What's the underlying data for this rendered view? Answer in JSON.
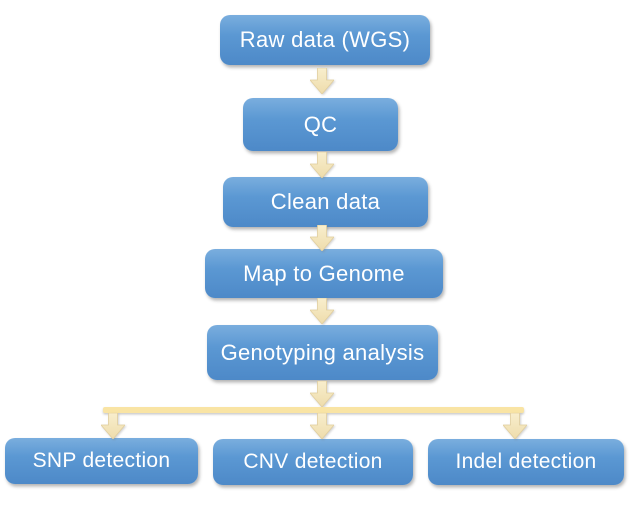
{
  "diagram": {
    "type": "flowchart",
    "background": "#ffffff",
    "node_fill_top": "#7aaede",
    "node_fill_bottom": "#4d89c8",
    "node_text_color": "#ffffff",
    "arrow_fill_top": "#f8eecd",
    "arrow_fill_bottom": "#eedcab",
    "arrow_stroke": "#e2cf9e",
    "connector_color": "#f9e4a4",
    "nodes": [
      {
        "id": "raw-data",
        "label": "Raw data (WGS)"
      },
      {
        "id": "qc",
        "label": "QC"
      },
      {
        "id": "clean-data",
        "label": "Clean data"
      },
      {
        "id": "map-to-genome",
        "label": "Map to Genome"
      },
      {
        "id": "genotyping-analysis",
        "label": "Genotyping analysis"
      },
      {
        "id": "snp-detection",
        "label": "SNP detection"
      },
      {
        "id": "cnv-detection",
        "label": "CNV detection"
      },
      {
        "id": "indel-detection",
        "label": "Indel detection"
      }
    ],
    "edges": [
      {
        "from": "raw-data",
        "to": "qc"
      },
      {
        "from": "qc",
        "to": "clean-data"
      },
      {
        "from": "clean-data",
        "to": "map-to-genome"
      },
      {
        "from": "map-to-genome",
        "to": "genotyping-analysis"
      },
      {
        "from": "genotyping-analysis",
        "to": "snp-detection"
      },
      {
        "from": "genotyping-analysis",
        "to": "cnv-detection"
      },
      {
        "from": "genotyping-analysis",
        "to": "indel-detection"
      }
    ]
  }
}
